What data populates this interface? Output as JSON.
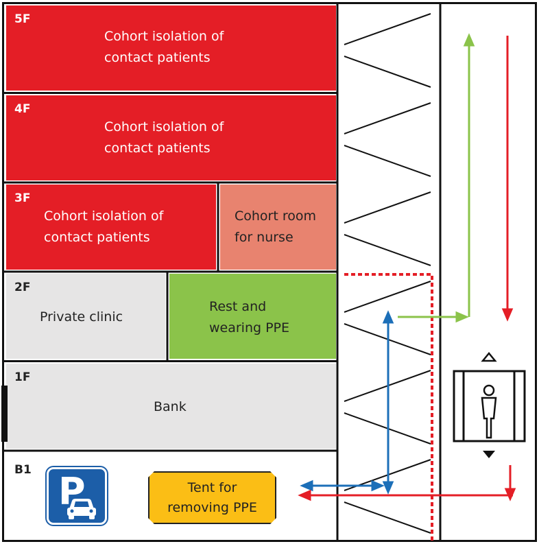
{
  "floors": {
    "f5": {
      "label": "5F",
      "text": "Cohort isolation of\ncontact patients",
      "color": "#e41e26"
    },
    "f4": {
      "label": "4F",
      "text": "Cohort isolation of\ncontact patients",
      "color": "#e41e26"
    },
    "f3": {
      "label": "3F",
      "text": "Cohort isolation of\ncontact patients",
      "color": "#e41e26",
      "nurse_room": {
        "text": "Cohort room\nfor nurse",
        "color": "#e8836f"
      }
    },
    "f2": {
      "label": "2F",
      "clinic": {
        "text": "Private clinic",
        "color": "#e6e5e5"
      },
      "ppe_room": {
        "text": "Rest and\nwearing PPE",
        "color": "#8bc34a"
      }
    },
    "f1": {
      "label": "1F",
      "text": "Bank",
      "color": "#e6e5e5"
    },
    "b1": {
      "label": "B1",
      "tent": {
        "text": "Tent for\nremoving PPE",
        "color": "#fbbe15"
      },
      "parking_icon": "parking-car-icon"
    }
  },
  "routes": {
    "clean_route_color": "#8bc34a",
    "contaminated_route_color": "#e41e26",
    "staff_route_color": "#1c6fb8",
    "boundary_color": "#e41e26"
  },
  "elevator_icon": "elevator-person-icon",
  "stairs": "stairwell-zigzag"
}
